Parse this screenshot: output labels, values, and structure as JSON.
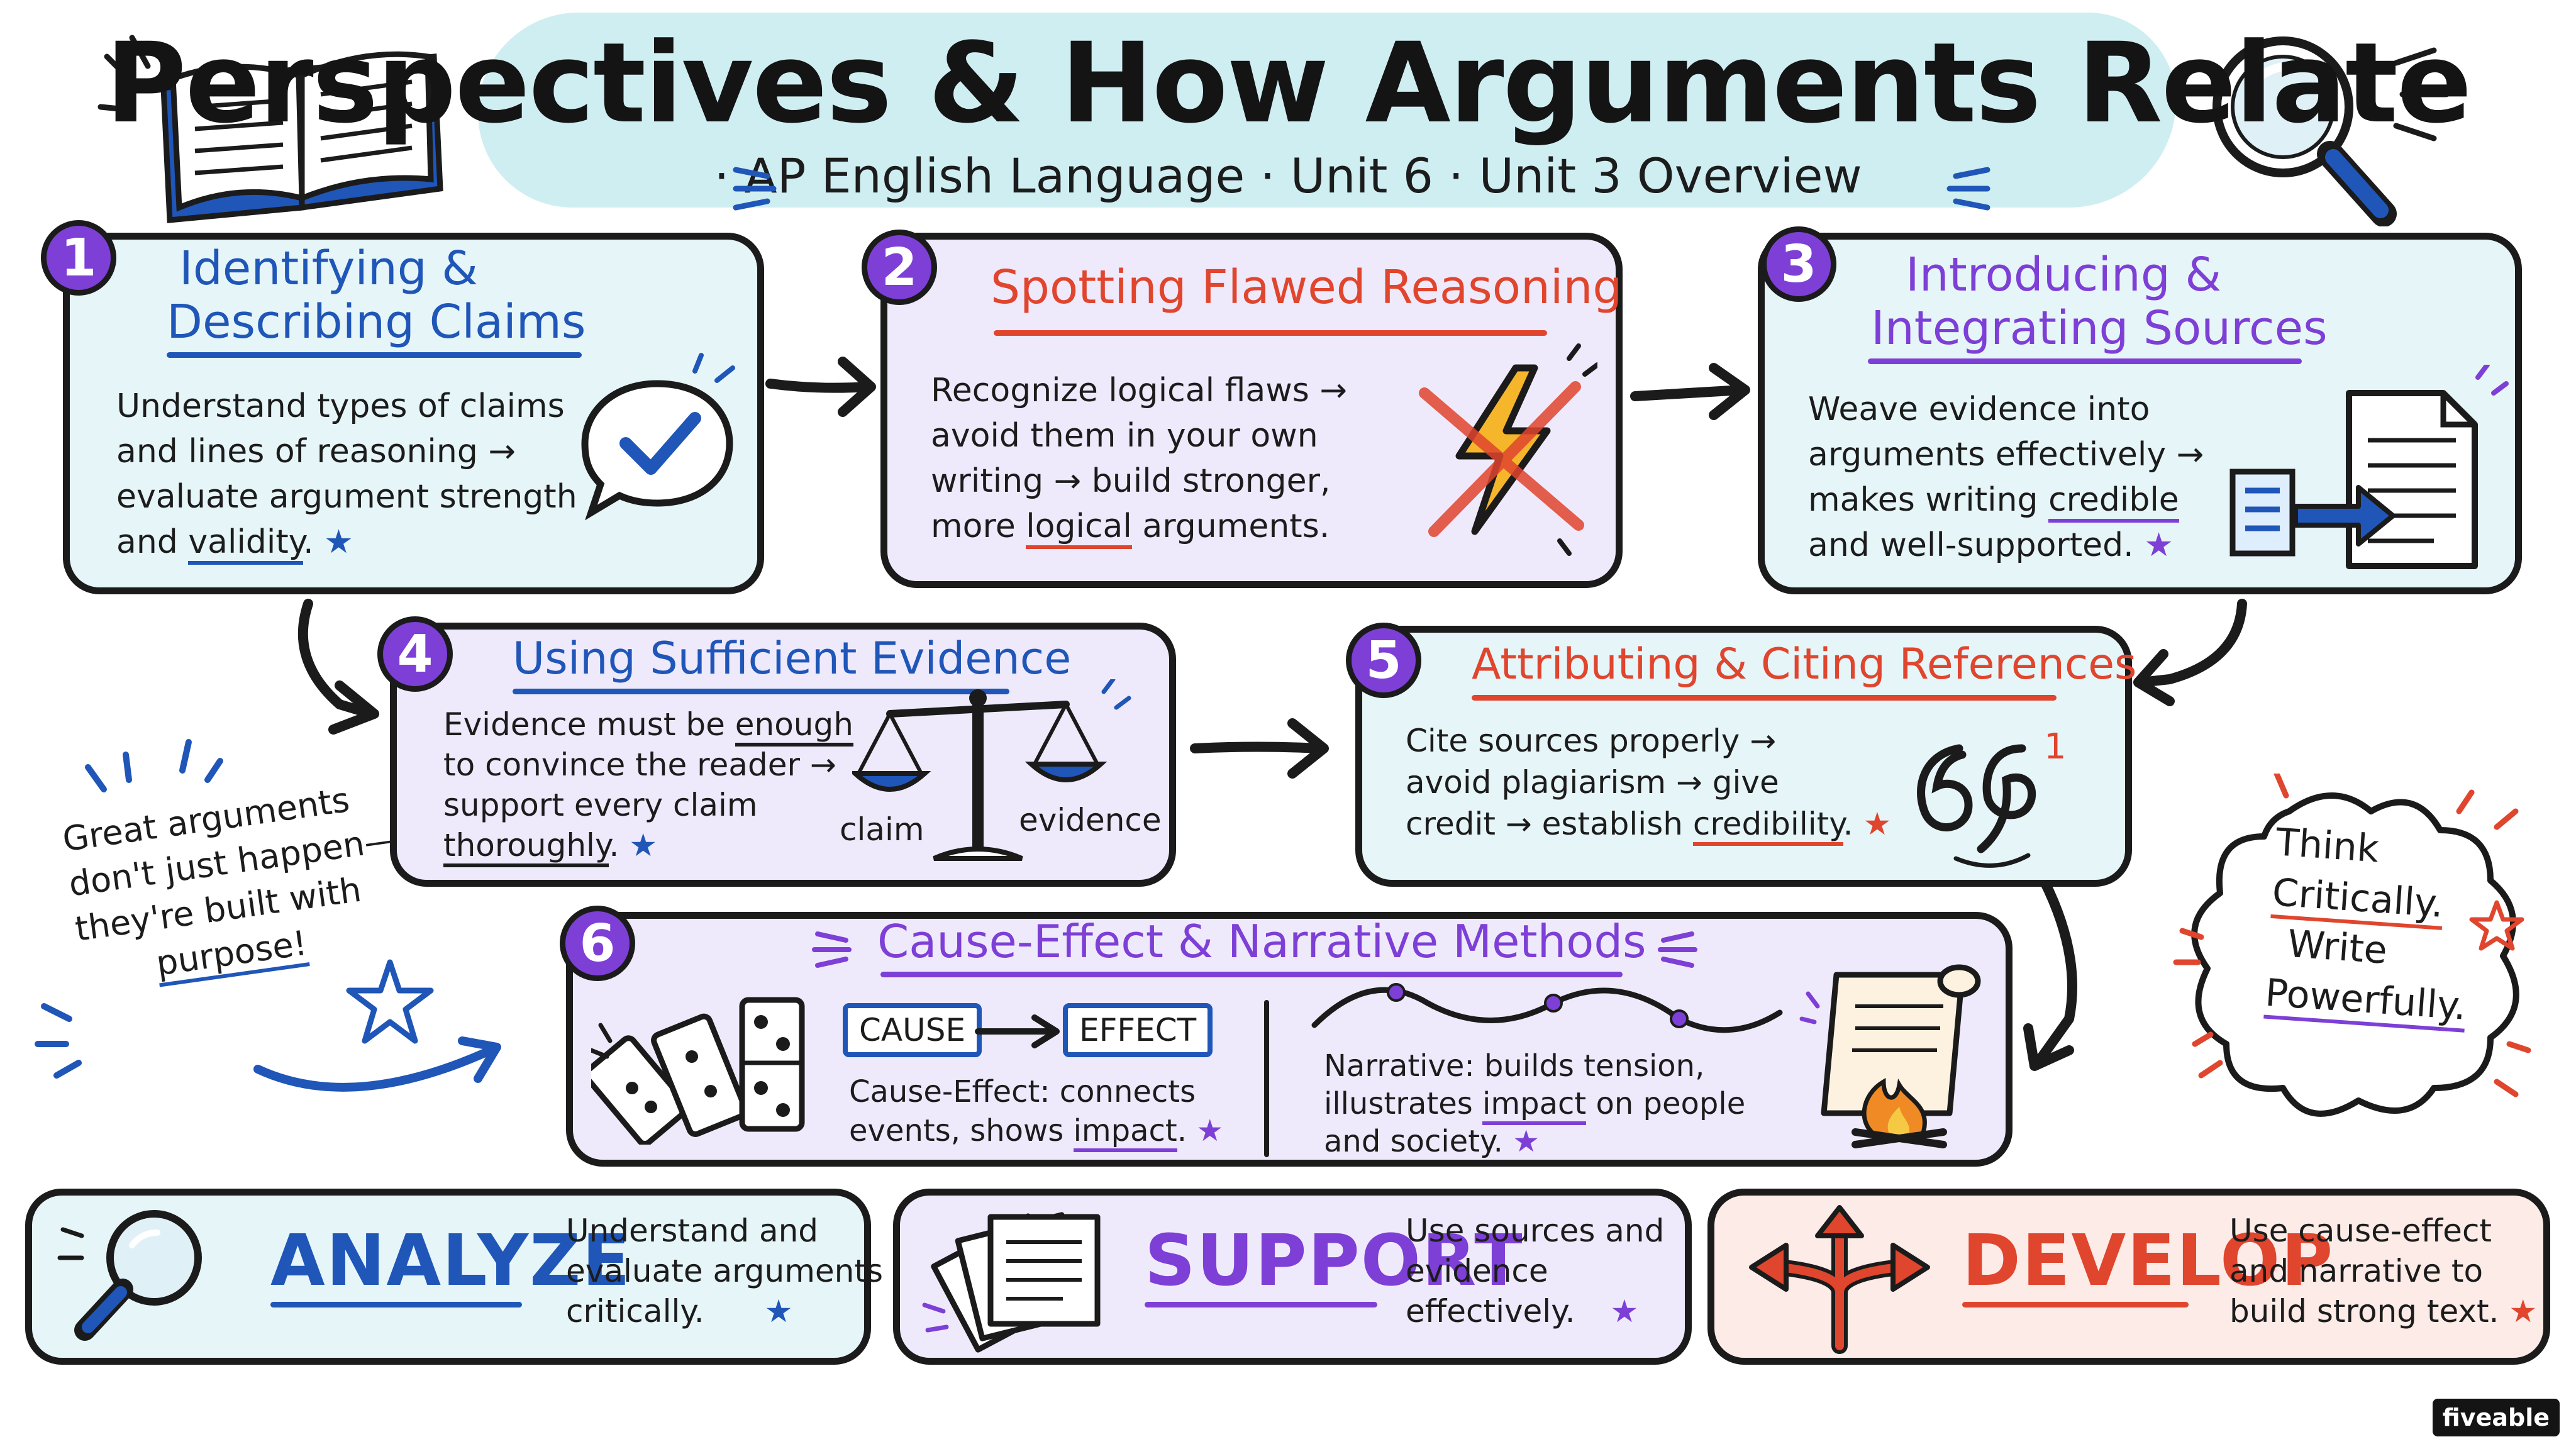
{
  "header": {
    "title": "Perspectives & How Arguments Relate",
    "subtitle": "· AP English Language · Unit 6 · Unit 3 Overview"
  },
  "colors": {
    "blue": "#1f56b8",
    "red": "#e0452e",
    "purple": "#7d3fd6",
    "teal_fill": "#e6f5f8",
    "lavender_fill": "#efeafb",
    "pink_fill": "#fcebe7"
  },
  "cards": [
    {
      "number": "1",
      "title_line1": "Identifying &",
      "title_line2": "Describing Claims",
      "body_lines": [
        "Understand types of claims",
        "and lines of reasoning →",
        "evaluate argument strength"
      ],
      "body_last_pre": "and ",
      "body_last_u": "validity",
      "body_last_post": ".",
      "icon": "checkmark-speech-bubble-icon"
    },
    {
      "number": "2",
      "title_line1": "Spotting Flawed Reasoning",
      "body_lines": [
        "Recognize logical flaws →",
        "avoid them in your own",
        "writing → build stronger,"
      ],
      "body_last_pre": "more ",
      "body_last_u": "logical",
      "body_last_post": " arguments.",
      "icon": "crossed-lightning-icon"
    },
    {
      "number": "3",
      "title_line1": "Introducing &",
      "title_line2": "Integrating Sources",
      "body_line1": "Weave evidence into",
      "body_line2": "arguments effectively →",
      "body_line3_pre": "makes writing ",
      "body_line3_u": "credible",
      "body_line4": "and well-supported.",
      "icon": "document-transfer-icon"
    },
    {
      "number": "4",
      "title_line1": "Using Sufficient Evidence",
      "body_line1_pre": "Evidence must be ",
      "body_line1_u": "enough",
      "body_line2": "to convince the reader →",
      "body_line3": "support every claim",
      "body_line4_u": "thoroughly",
      "body_line4_post": ".",
      "scale_left": "claim",
      "scale_right": "evidence",
      "icon": "balance-scale-icon"
    },
    {
      "number": "5",
      "title_line1": "Attributing & Citing References",
      "body_line1": "Cite sources properly →",
      "body_line2": "avoid plagiarism → give",
      "body_line3_pre": "credit → establish ",
      "body_line3_u": "credibility",
      "body_line3_post": ".",
      "footnote": "1",
      "icon": "quotation-marks-icon"
    },
    {
      "number": "6",
      "title_line1": "Cause-Effect & Narrative Methods",
      "cause_label": "CAUSE",
      "effect_label": "EFFECT",
      "cause_line1": "Cause-Effect: connects",
      "cause_line2_pre": "events, shows ",
      "cause_line2_u": "impact",
      "cause_line2_post": ".",
      "narr_line1": "Narrative: builds tension,",
      "narr_line2_pre": "illustrates ",
      "narr_line2_u": "impact",
      "narr_line2_post": " on people",
      "narr_line3": "and society.",
      "icon": "dominoes-icon"
    }
  ],
  "side_note": {
    "line1": "Great arguments",
    "line2": "don't just happen—",
    "line3": "they're built with",
    "line4": "purpose!"
  },
  "cloud": {
    "line1": "Think",
    "line2": "Critically.",
    "line3": "Write",
    "line4": "Powerfully."
  },
  "bottom": [
    {
      "word": "ANALYZE",
      "line1": "Understand and",
      "line2": "evaluate arguments",
      "line3": "critically.",
      "icon": "magnifier-icon"
    },
    {
      "word": "SUPPORT",
      "line1": "Use sources and",
      "line2": "evidence",
      "line3": "effectively.",
      "icon": "papers-icon"
    },
    {
      "word": "DEVELOP",
      "line1": "Use cause-effect",
      "line2": "and narrative to",
      "line3": "build strong text.",
      "icon": "branching-arrows-icon"
    }
  ],
  "brand": "fiveable"
}
